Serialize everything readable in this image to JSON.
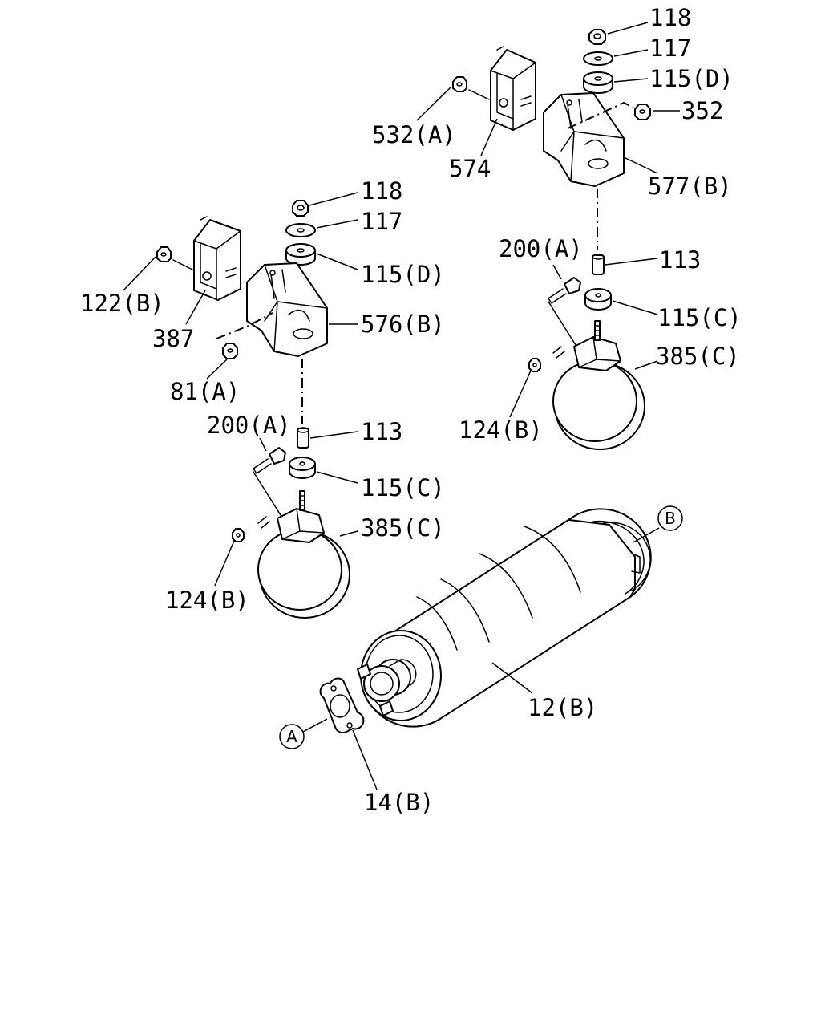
{
  "callouts": {
    "p118_right": "118",
    "p117_right": "117",
    "p115d_right": "115(D)",
    "p352": "352",
    "p532a": "532(A)",
    "p574": "574",
    "p577b": "577(B)",
    "p200a_right": "200(A)",
    "p113_right": "113",
    "p115c_right": "115(C)",
    "p385c_right": "385(C)",
    "p124b_right": "124(B)",
    "p118_left": "118",
    "p117_left": "117",
    "p115d_left": "115(D)",
    "p122b": "122(B)",
    "p387": "387",
    "p576b": "576(B)",
    "p81a": "81(A)",
    "p200a_left": "200(A)",
    "p113_left": "113",
    "p115c_left": "115(C)",
    "p385c_left": "385(C)",
    "p124b_left": "124(B)",
    "p12b": "12(B)",
    "p14b": "14(B)"
  },
  "references": {
    "ref_a": "A",
    "ref_b": "B"
  },
  "colors": {
    "line": "#000000",
    "background": "#ffffff"
  }
}
